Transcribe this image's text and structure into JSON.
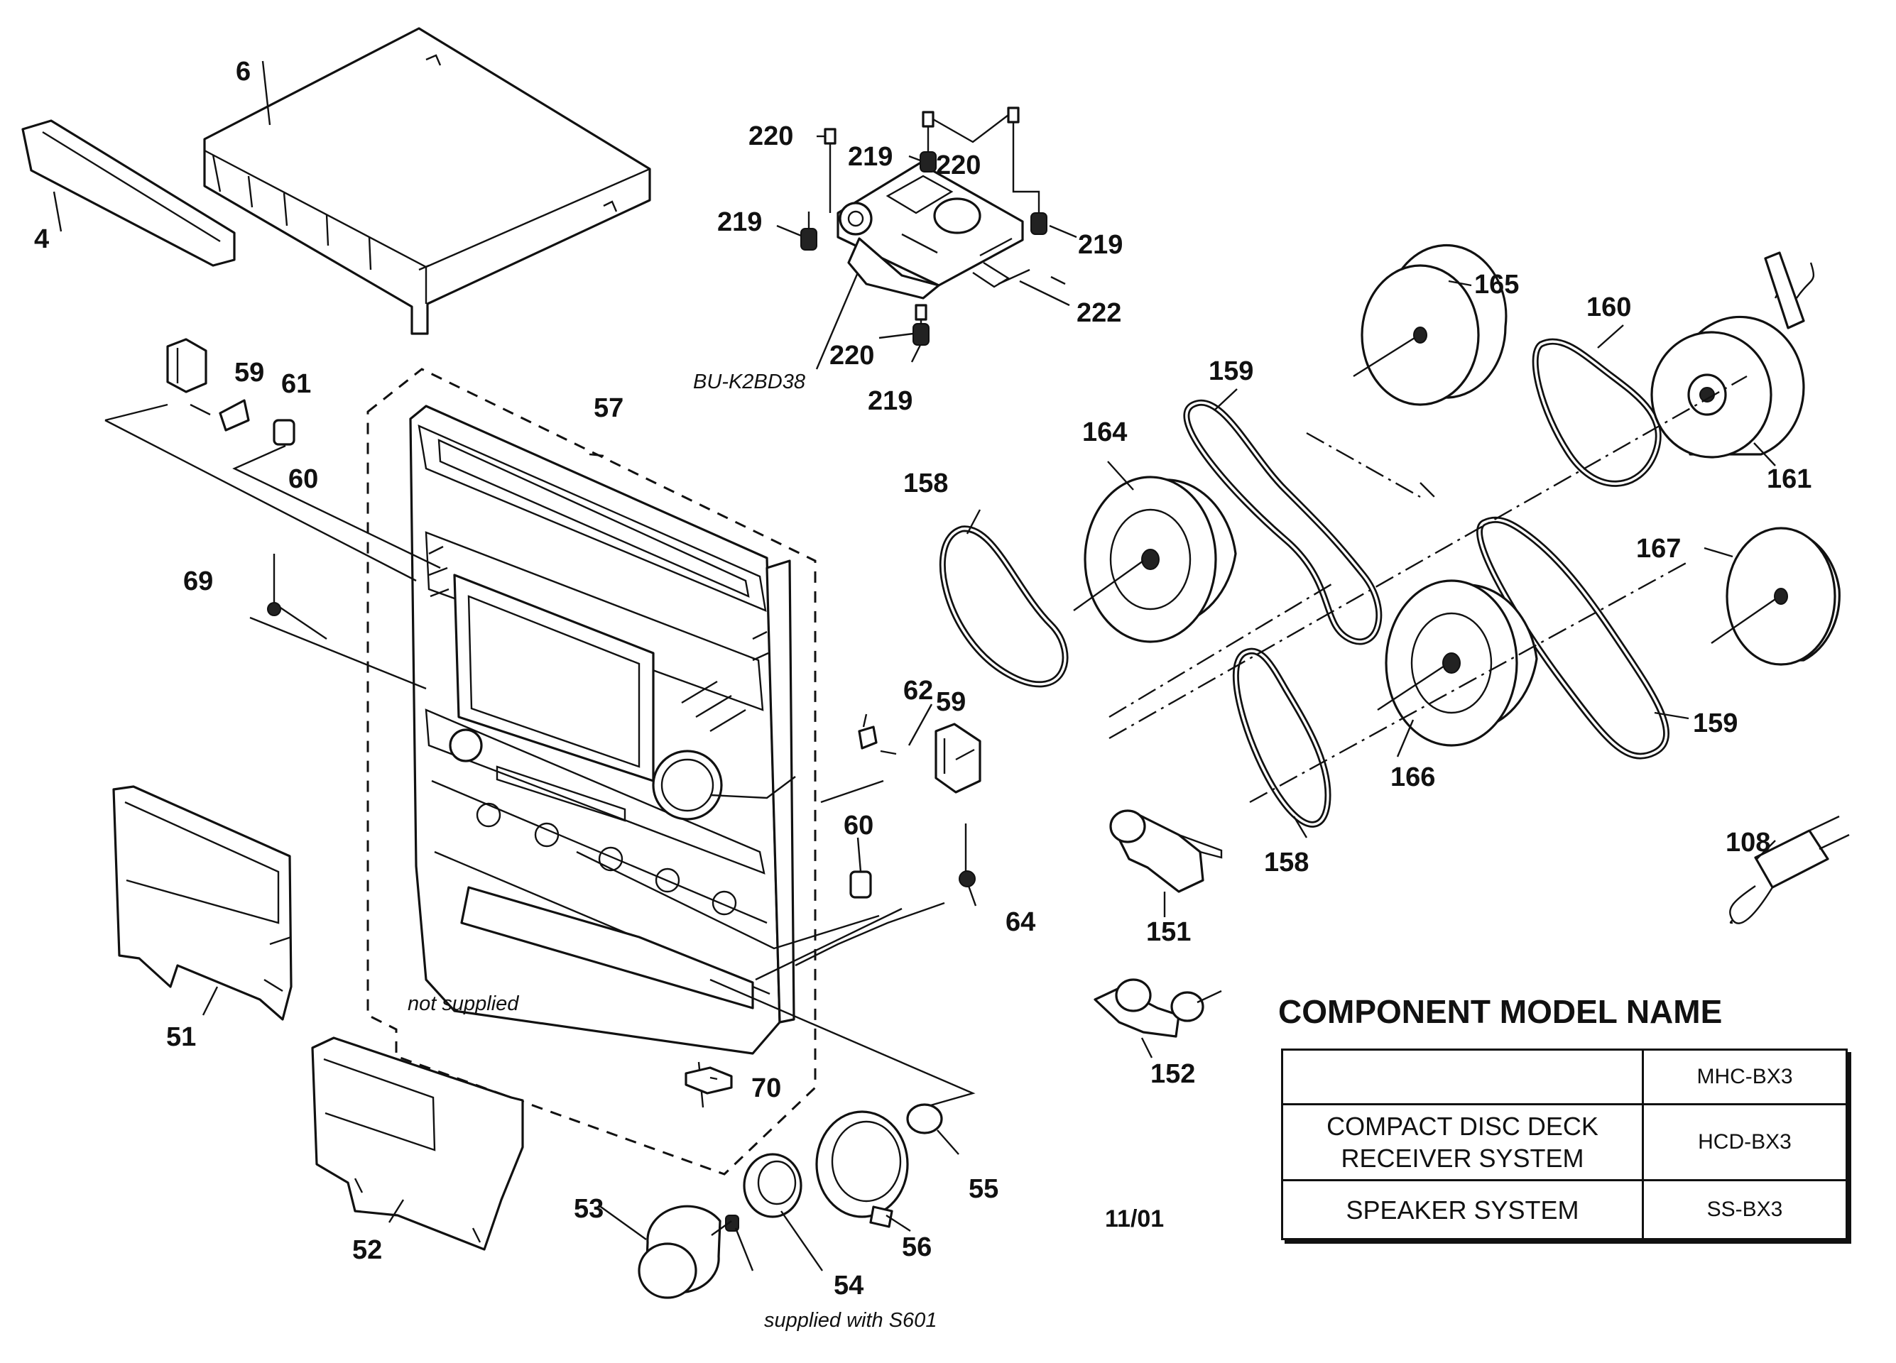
{
  "diagram": {
    "part_labels": {
      "p4": "4",
      "p6": "6",
      "p51": "51",
      "p52": "52",
      "p53": "53",
      "p54": "54",
      "p55": "55",
      "p56": "56",
      "p57": "57",
      "p59a": "59",
      "p59b": "59",
      "p60a": "60",
      "p60b": "60",
      "p61": "61",
      "p62": "62",
      "p64": "64",
      "p69": "69",
      "p70": "70",
      "p108": "108",
      "p151": "151",
      "p152": "152",
      "p158a": "158",
      "p158b": "158",
      "p159a": "159",
      "p159b": "159",
      "p160": "160",
      "p161": "161",
      "p164": "164",
      "p165": "165",
      "p166": "166",
      "p167": "167",
      "p219a": "219",
      "p219b": "219",
      "p219c": "219",
      "p219d": "219",
      "p220a": "220",
      "p220b": "220",
      "p220c": "220",
      "p222": "222"
    },
    "notes": {
      "optical_unit": "BU-K2BD38",
      "not_supplied": "not supplied",
      "supplied_with": "supplied with S601"
    },
    "date_code": "11/01"
  },
  "component_model": {
    "title": "COMPONENT MODEL NAME",
    "rows": [
      {
        "component": "",
        "model": "MHC-BX3"
      },
      {
        "component": "COMPACT DISC DECK RECEIVER SYSTEM",
        "model": "HCD-BX3"
      },
      {
        "component": "SPEAKER SYSTEM",
        "model": "SS-BX3"
      }
    ]
  }
}
